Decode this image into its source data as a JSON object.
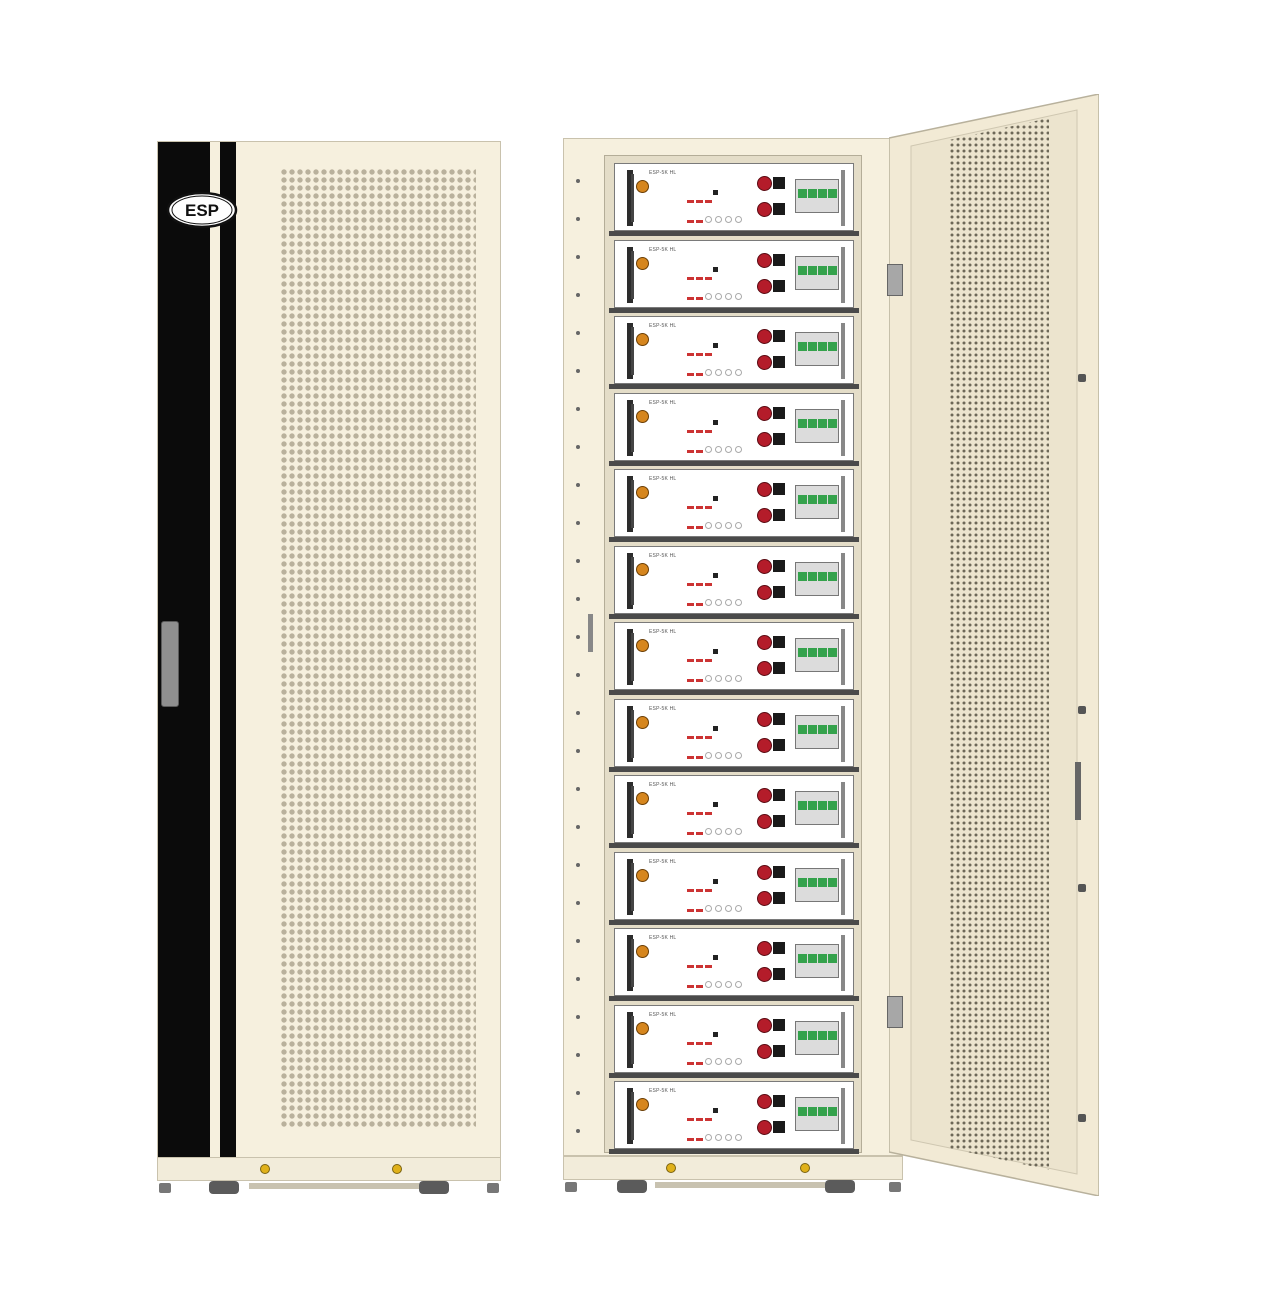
{
  "image": {
    "background": "#ffffff",
    "cabinet_color": "#f6f0de",
    "stripe_color": "#0b0b0b"
  },
  "closed_cabinet": {
    "logo_text": "ESP"
  },
  "open_cabinet": {
    "module_label": "ESP-5K HL",
    "module_count": 13
  },
  "colors": {
    "connector_red": "#b41c2a",
    "breaker_green": "#34a24c",
    "status_orange": "#d6861e"
  }
}
